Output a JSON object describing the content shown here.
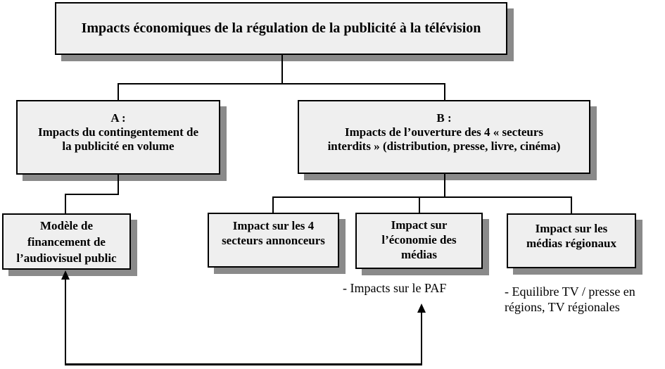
{
  "diagram": {
    "colors": {
      "box_fill": "#efefef",
      "box_border": "#000000",
      "box_shadow": "#8a8a8a",
      "connector": "#000000",
      "background": "#ffffff"
    },
    "root": {
      "label": "Impacts économiques de la régulation de la publicité à la télévision"
    },
    "branch_a": {
      "heading": "A :",
      "lines": [
        "Impacts du contingentement de",
        "la publicité en volume"
      ]
    },
    "branch_b": {
      "heading": "B :",
      "lines": [
        "Impacts de l’ouverture des 4 « secteurs",
        "interdits » (distribution, presse, livre, cinéma)"
      ]
    },
    "leaves": {
      "model": {
        "lines": [
          "Modèle de",
          "financement de",
          "l’audiovisuel public"
        ]
      },
      "sectors": {
        "lines": [
          "Impact sur les 4",
          "secteurs annonceurs"
        ]
      },
      "media_economy": {
        "lines": [
          "Impact sur",
          "l’économie des",
          "médias"
        ]
      },
      "regional_media": {
        "lines": [
          "Impact sur les",
          "médias régionaux"
        ]
      }
    },
    "notes": {
      "paf": "- Impacts sur le PAF",
      "equilibre_lines": [
        "- Equilibre TV / presse en",
        "régions, TV régionales"
      ]
    }
  }
}
